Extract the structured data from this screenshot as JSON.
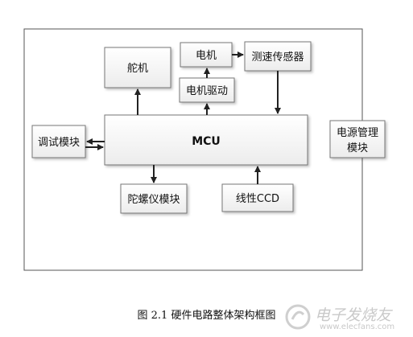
{
  "nodes": {
    "rudder": "舵机",
    "motor": "电机",
    "speed_sensor": "测速传感器",
    "motor_driver": "电机驱动",
    "debug_module": "调试模块",
    "mcu": "MCU",
    "power_mgmt_line1": "电源管理",
    "power_mgmt_line2": "模块",
    "gyro_module": "陀螺仪模块",
    "linear_ccd": "线性CCD"
  },
  "caption": "图  2.1  硬件电路整体架构框图",
  "watermark": {
    "text": "电子发烧友",
    "url": "www.elecfans.com"
  }
}
